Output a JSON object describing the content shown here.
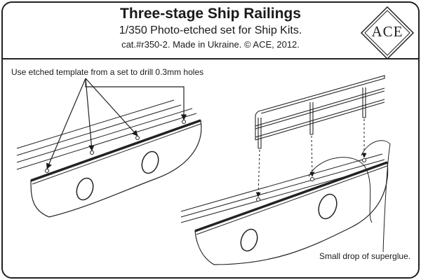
{
  "header": {
    "title": "Three-stage Ship Railings",
    "subtitle": "1/350 Photo-etched set for Ship Kits.",
    "catalog": "cat.#r350-2. Made in Ukraine. © ACE, 2012."
  },
  "logo": {
    "text": "ACE"
  },
  "annotations": {
    "drill_instruction": "Use etched template from a set to drill 0.3mm holes",
    "glue_instruction": "Small drop of superglue."
  },
  "specs": {
    "hole_diameter_mm": 0.3,
    "scale": "1/350",
    "railing_stages": 3
  },
  "colors": {
    "ink": "#1a1a1a",
    "background": "#ffffff"
  }
}
